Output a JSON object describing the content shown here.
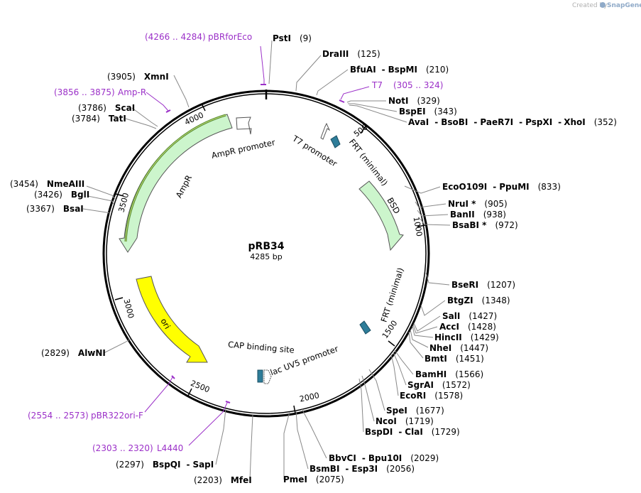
{
  "watermark": {
    "created_by": "Created by",
    "brand": "SnapGene"
  },
  "plasmid": {
    "name": "pRB34",
    "size": "4285 bp",
    "length": 4285
  },
  "ticks": [
    "500",
    "1000",
    "1500",
    "2000",
    "2500",
    "3000",
    "3500",
    "4000"
  ],
  "primers": [
    {
      "range": "(4266 .. 4284)",
      "name": "pBRforEco"
    },
    {
      "name": "T7",
      "range": "(305 .. 324)"
    },
    {
      "range": "(3856 .. 3875)",
      "name": "Amp-R"
    },
    {
      "range": "(2554 .. 2573)",
      "name": "pBR322ori-F"
    },
    {
      "range": "(2303 .. 2320)",
      "name": "L4440"
    }
  ],
  "sites_right": [
    {
      "name": "PstI",
      "pos": "(9)"
    },
    {
      "name": "DraIII",
      "pos": "(125)"
    },
    {
      "name": "BfuAI",
      "sep": "-",
      "name2": "BspMI",
      "pos": "(210)"
    },
    {
      "name": "NotI",
      "pos": "(329)"
    },
    {
      "name": "BspEI",
      "pos": "(343)"
    },
    {
      "name": "AvaI",
      "sep": "-",
      "name2": "BsoBI",
      "sep2": "-",
      "name3": "PaeR7I",
      "sep3": "-",
      "name4": "PspXI",
      "sep4": "-",
      "name5": "XhoI",
      "pos": "(352)"
    },
    {
      "name": "EcoO109I",
      "sep": "-",
      "name2": "PpuMI",
      "pos": "(833)"
    },
    {
      "name": "NruI *",
      "pos": "(905)"
    },
    {
      "name": "BanII",
      "pos": "(938)"
    },
    {
      "name": "BsaBI *",
      "pos": "(972)"
    },
    {
      "name": "BseRI",
      "pos": "(1207)"
    },
    {
      "name": "BtgZI",
      "pos": "(1348)"
    },
    {
      "name": "SalI",
      "pos": "(1427)"
    },
    {
      "name": "AccI",
      "pos": "(1428)"
    },
    {
      "name": "HincII",
      "pos": "(1429)"
    },
    {
      "name": "NheI",
      "pos": "(1447)"
    },
    {
      "name": "BmtI",
      "pos": "(1451)"
    },
    {
      "name": "BamHI",
      "pos": "(1566)"
    },
    {
      "name": "SgrAI",
      "pos": "(1572)"
    },
    {
      "name": "EcoRI",
      "pos": "(1578)"
    },
    {
      "name": "SpeI",
      "pos": "(1677)"
    },
    {
      "name": "NcoI",
      "pos": "(1719)"
    },
    {
      "name": "BspDI",
      "sep": "-",
      "name2": "ClaI",
      "pos": "(1729)"
    },
    {
      "name": "BbvCI",
      "sep": "-",
      "name2": "Bpu10I",
      "pos": "(2029)"
    },
    {
      "name": "BsmBI",
      "sep": "-",
      "name2": "Esp3I",
      "pos": "(2056)"
    },
    {
      "name": "PmeI",
      "pos": "(2075)"
    }
  ],
  "sites_left": [
    {
      "pos": "(3905)",
      "name": "XmnI"
    },
    {
      "pos": "(3786)",
      "name": "ScaI"
    },
    {
      "pos": "(3784)",
      "name": "TatI"
    },
    {
      "pos": "(3454)",
      "name": "NmeAIII"
    },
    {
      "pos": "(3426)",
      "name": "BglI"
    },
    {
      "pos": "(3367)",
      "name": "BsaI"
    },
    {
      "pos": "(2829)",
      "name": "AlwNI"
    },
    {
      "pos": "(2297)",
      "name": "BspQI",
      "sep": "-",
      "name2": "SapI"
    },
    {
      "pos": "(2203)",
      "name": "MfeI"
    }
  ],
  "features": {
    "ampr_promoter": "AmpR promoter",
    "t7_promoter": "T7 promoter",
    "frt_top": "FRT (minimal)",
    "bsd": "BSD",
    "ampr": "AmpR",
    "frt_bottom": "FRT (minimal)",
    "ori": "ori",
    "cap_site": "CAP binding site",
    "lac_promoter": "lac UV5 promoter"
  },
  "colors": {
    "backbone": "#000000",
    "primer": "#9b30c8",
    "gene_fill": "#ccf5cc",
    "gene_stroke": "#4f8a4f",
    "ori_fill": "#ffff00",
    "frt_fill": "#2e7d99",
    "primer_highlight": "#ffff99"
  }
}
